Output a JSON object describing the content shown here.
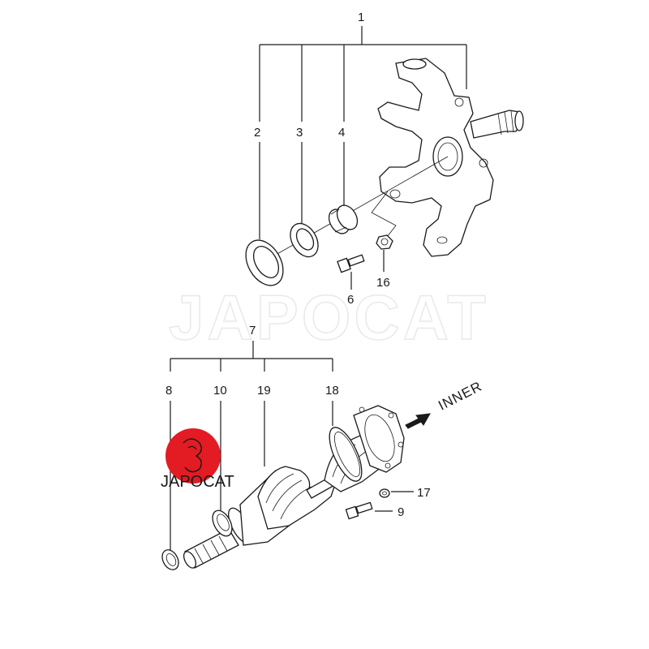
{
  "diagram": {
    "watermark": "JAPOCAT",
    "logo": {
      "text": "JAPOCAT",
      "color": "#e31b23"
    },
    "direction_label": "INNER",
    "callouts": {
      "c1": "1",
      "c2": "2",
      "c3": "3",
      "c4": "4",
      "c6": "6",
      "c16": "16",
      "c7": "7",
      "c8": "8",
      "c10": "10",
      "c19": "19",
      "c18": "18",
      "c17": "17",
      "c9": "9"
    }
  }
}
